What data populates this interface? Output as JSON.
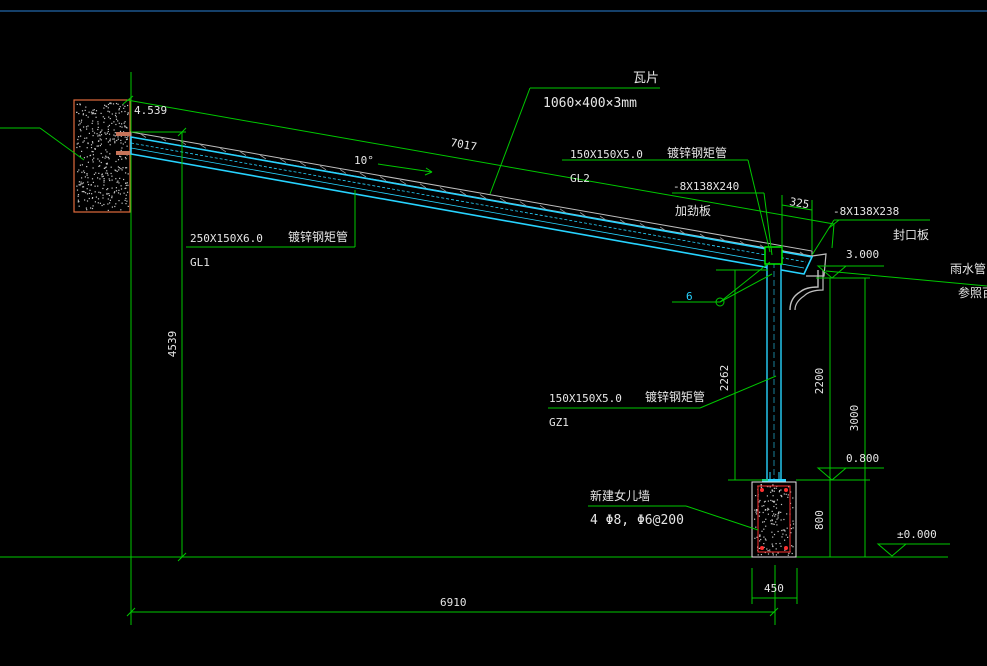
{
  "drawing": {
    "roof_sheet_label": "瓦片",
    "roof_sheet_spec": "1060×400×3mm",
    "slope_length": "7017",
    "slope_angle": "10°",
    "top_elev_small": "4.539",
    "gl2_spec": "150X150X5.0",
    "gl2_name": "镀锌钢矩管",
    "gl2_code": "GL2",
    "stiffener_spec": "-8X138X240",
    "stiffener_name": "加劲板",
    "dim_325": "325",
    "endplate_spec": "-8X138X238",
    "endplate_name": "封口板",
    "elev_3000": "3.000",
    "downpipe_line1": "雨水管,",
    "downpipe_line2": "参照百",
    "gl1_spec": "250X150X6.0",
    "gl1_name": "镀锌钢矩管",
    "gl1_code": "GL1",
    "angle_6": "6",
    "height_4539": "4539",
    "dim_2262": "2262",
    "dim_2200": "2200",
    "dim_3000": "3000",
    "elev_0800": "0.800",
    "gz1_spec": "150X150X5.0",
    "gz1_name": "镀锌钢矩管",
    "gz1_code": "GZ1",
    "wall_name": "新建女儿墙",
    "wall_rebar": "4 Φ8, Φ6@200",
    "dim_800": "800",
    "elev_zero": "±0.000",
    "dim_450": "450",
    "dim_6910": "6910"
  },
  "colors": {
    "background": "#000000",
    "dimension_line": "#00c800",
    "steel": "#27d3ff",
    "concrete_hatch": "#c8c8c8",
    "masonry_outline": "#e06a3c",
    "rebar": "#ff3030",
    "text": "#e6e6e6"
  }
}
